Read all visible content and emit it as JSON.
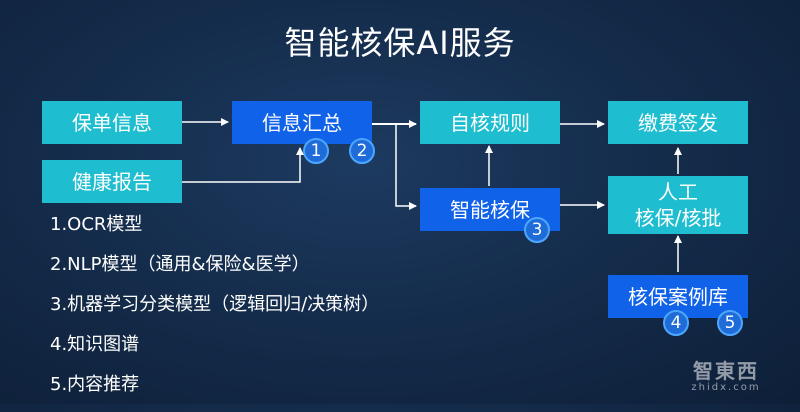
{
  "title": "智能核保AI服务",
  "nodes": {
    "policy_info": "保单信息",
    "health_report": "健康报告",
    "info_summary": "信息汇总",
    "self_rules": "自核规则",
    "smart_underwriting": "智能核保",
    "payment_issue": "缴费签发",
    "manual_review_line1": "人工",
    "manual_review_line2": "核保/核批",
    "case_library": "核保案例库"
  },
  "badges": [
    "1",
    "2",
    "3",
    "4",
    "5"
  ],
  "legend": [
    "1.OCR模型",
    "2.NLP模型（通用&保险&医学）",
    "3.机器学习分类模型（逻辑回归/决策树）",
    "4.知识图谱",
    "5.内容推荐"
  ],
  "watermark": {
    "main": "智東西",
    "sub": "zhidx.com"
  },
  "colors": {
    "cyan_box": "#1ebdcf",
    "blue_box": "#1062e8",
    "badge": "#1f6bd8",
    "background": "#132a48"
  }
}
